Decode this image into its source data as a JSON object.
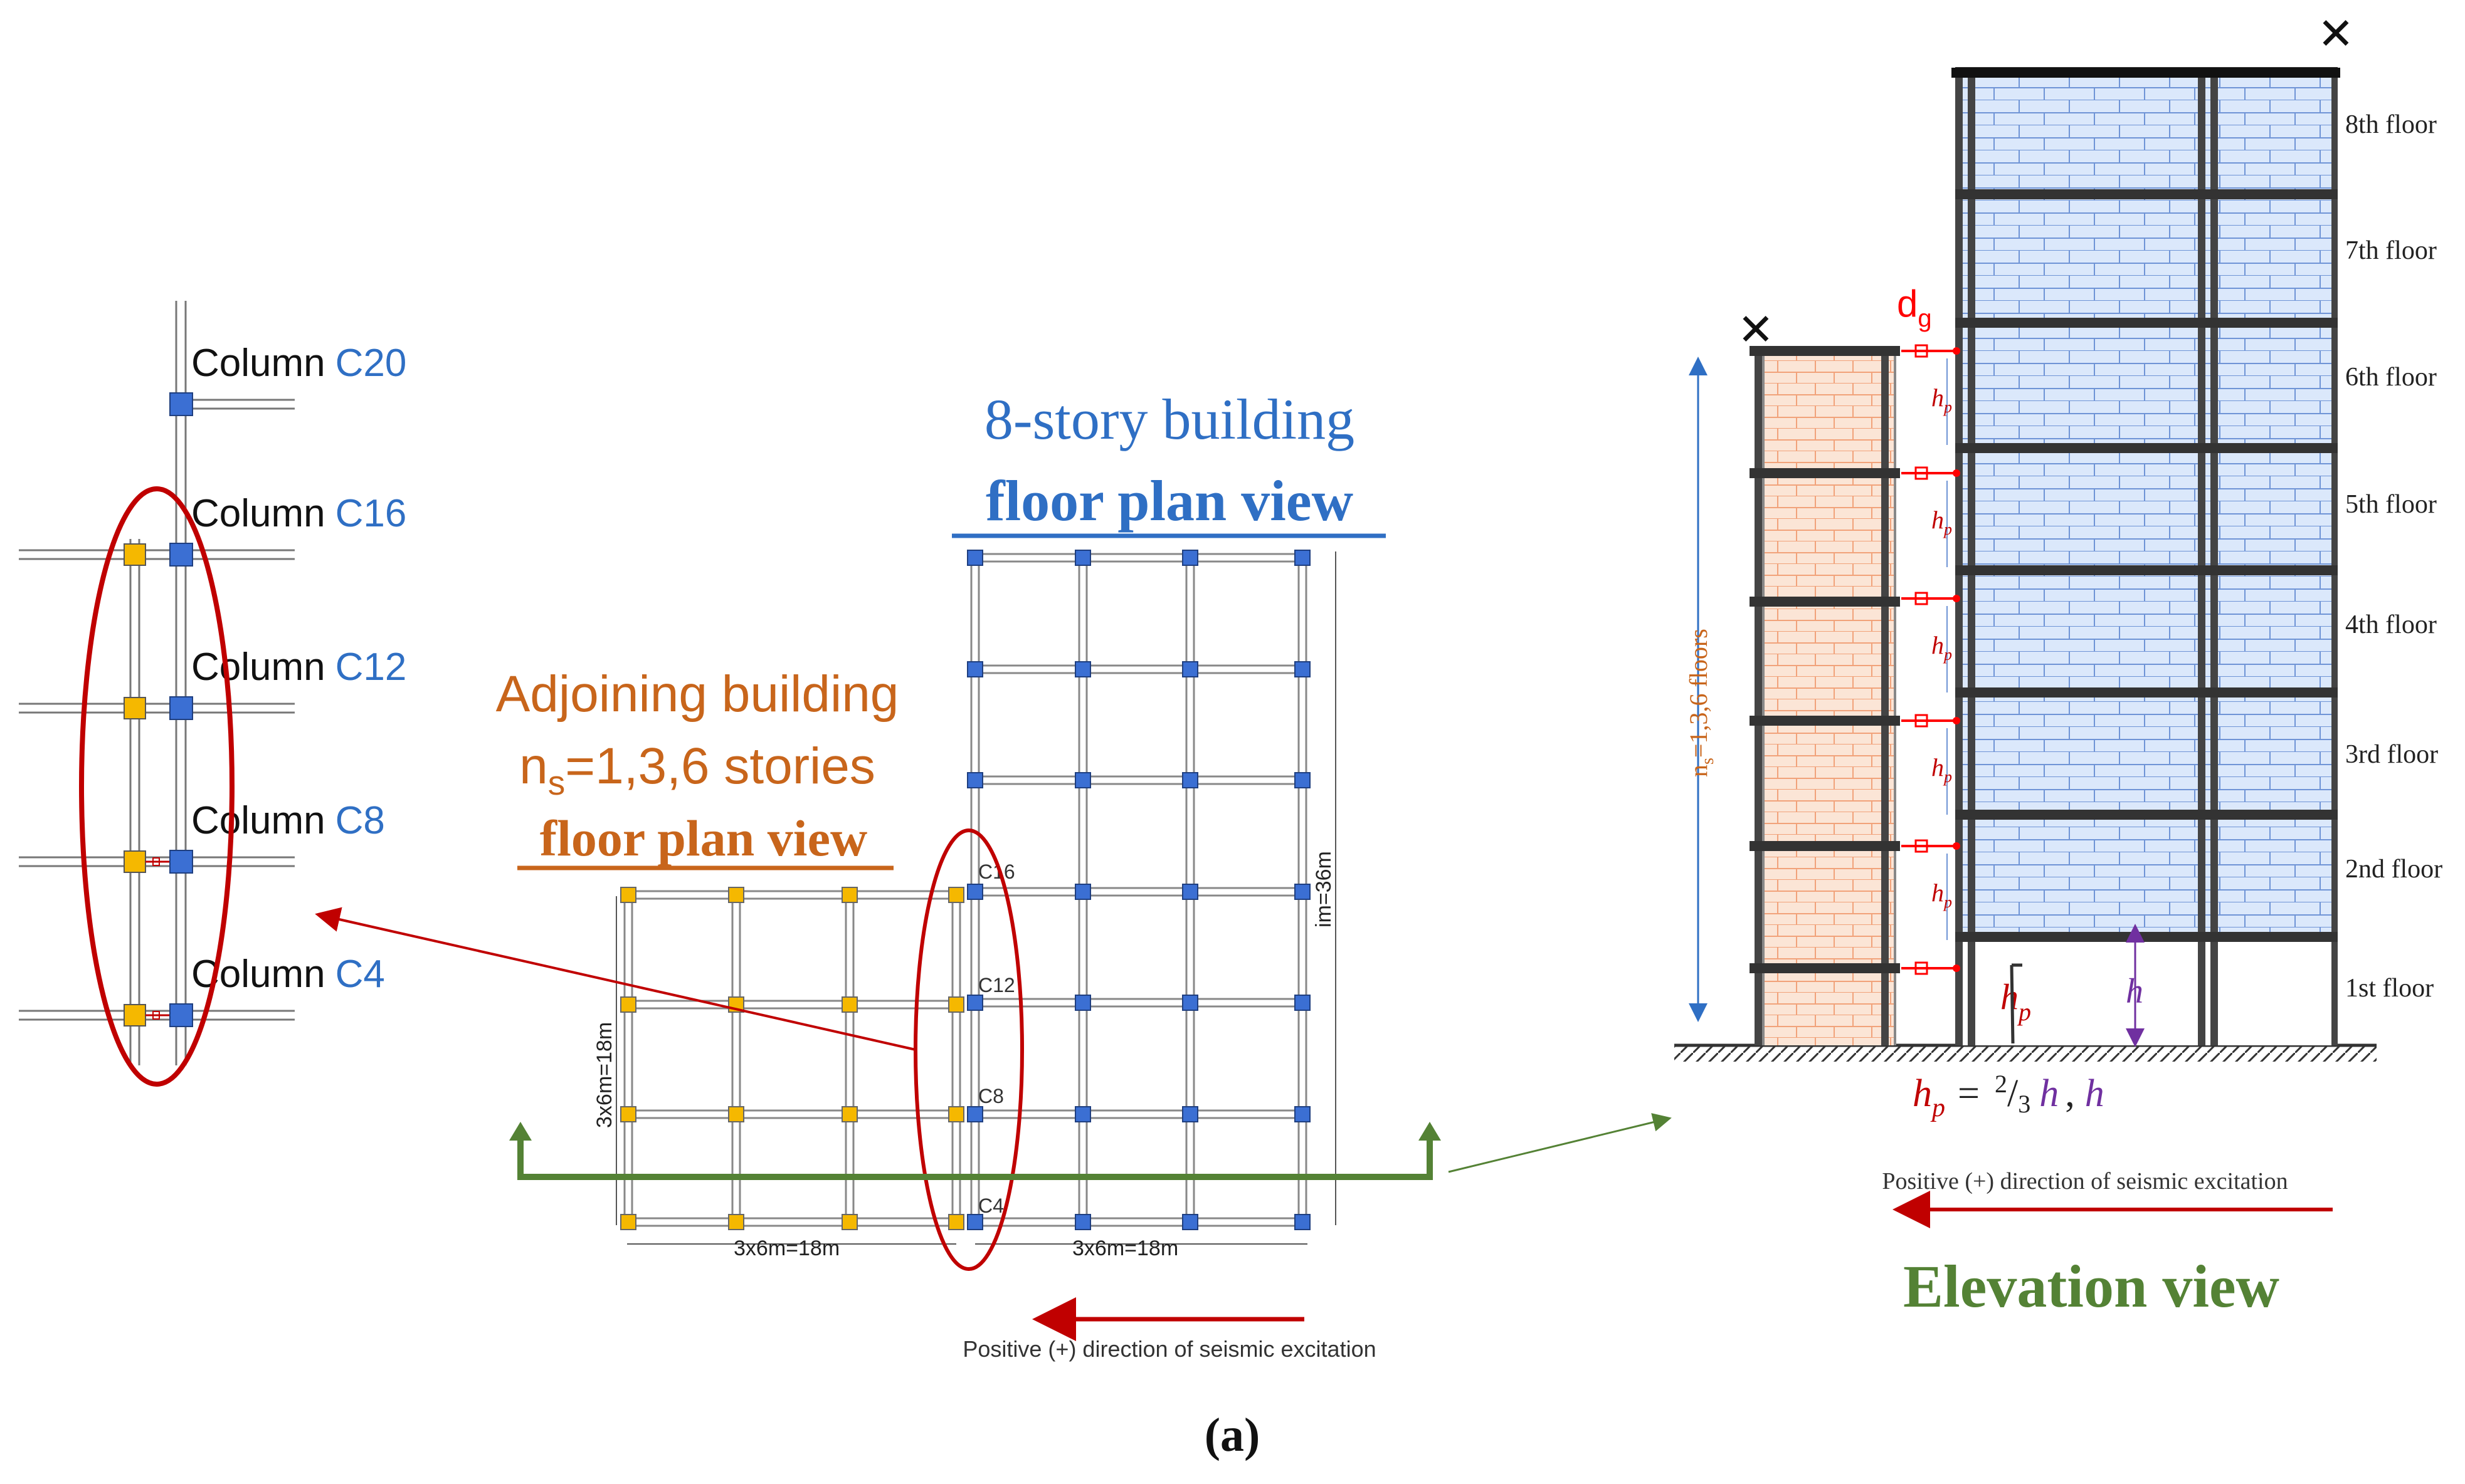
{
  "colors": {
    "blue": "#2f6fc4",
    "orange": "#c8651b",
    "green": "#548235",
    "red": "#c00000",
    "purple": "#7030a0",
    "yellow_node": "#f5b800",
    "blue_node": "#3b6fd3",
    "brick_blue": "#dbe8fb",
    "brick_orange": "#fbe5d6"
  },
  "detail": {
    "columns": [
      {
        "label": "Column",
        "id": "C20"
      },
      {
        "label": "Column",
        "id": "C16"
      },
      {
        "label": "Column",
        "id": "C12"
      },
      {
        "label": "Column",
        "id": "C8"
      },
      {
        "label": "Column",
        "id": "C4"
      }
    ]
  },
  "plan": {
    "main_title_line1": "8-story building",
    "main_title_line2": "floor plan view",
    "adj_title_line1": "Adjoining building",
    "adj_title_line2_prefix": "n",
    "adj_title_line2_sub": "s",
    "adj_title_line2_suffix": "=1,3,6 stories",
    "adj_title_line3": "floor plan view",
    "column_tags": [
      "C16",
      "C12",
      "C8",
      "C4"
    ],
    "dim_adj_bottom": "3x6m=18m",
    "dim_main_bottom": "3x6m=18m",
    "dim_adj_side": "3x6m=18m",
    "dim_main_side": "im=36m",
    "excitation": "Positive (+) direction of seismic excitation"
  },
  "elevation": {
    "floors": [
      "8th  floor",
      "7th  floor",
      "6th  floor",
      "5th  floor",
      "4th  floor",
      "3rd  floor",
      "2nd  floor",
      "1st  floor"
    ],
    "gap_label": "d",
    "gap_sub": "g",
    "hp_label": "h",
    "hp_sub": "p",
    "h_label": "h",
    "ns_label": "n",
    "ns_sub": "s",
    "ns_suffix": "=1,3,6  floors",
    "formula_lhs": "h",
    "formula_lhs_sub": "p",
    "formula_eq": "=",
    "formula_num": "2",
    "formula_den": "3",
    "formula_h1": "h",
    "formula_sep": ",",
    "formula_h2": "h",
    "excitation": "Positive (+) direction of seismic excitation",
    "title": "Elevation view"
  },
  "caption": "(a)"
}
